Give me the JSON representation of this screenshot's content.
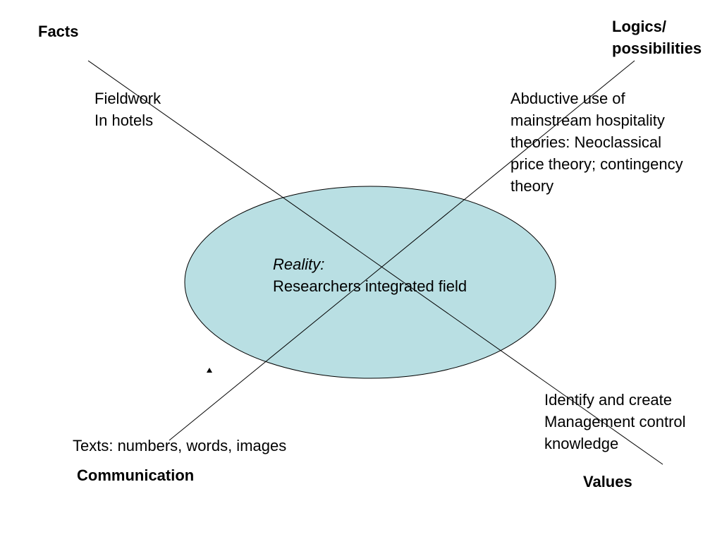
{
  "corners": {
    "facts": "Facts",
    "logics_line1": "Logics/",
    "logics_line2": "possibilities",
    "communication": "Communication",
    "values": "Values"
  },
  "notes": {
    "fieldwork_line1": "Fieldwork",
    "fieldwork_line2": "In hotels",
    "abductive_line1": "Abductive use of",
    "abductive_line2": "mainstream hospitality",
    "abductive_line3": "theories: Neoclassical",
    "abductive_line4": "price theory; contingency",
    "abductive_line5": "theory",
    "texts": "Texts: numbers, words, images",
    "identify_line1": "Identify and create",
    "identify_line2": "Management control",
    "identify_line3": "knowledge"
  },
  "center": {
    "reality_label": "Reality:",
    "reality_text": "Researchers integrated field"
  },
  "colors": {
    "ellipse_fill": "#b9dfe3",
    "stroke": "#000000",
    "text": "#000000"
  }
}
